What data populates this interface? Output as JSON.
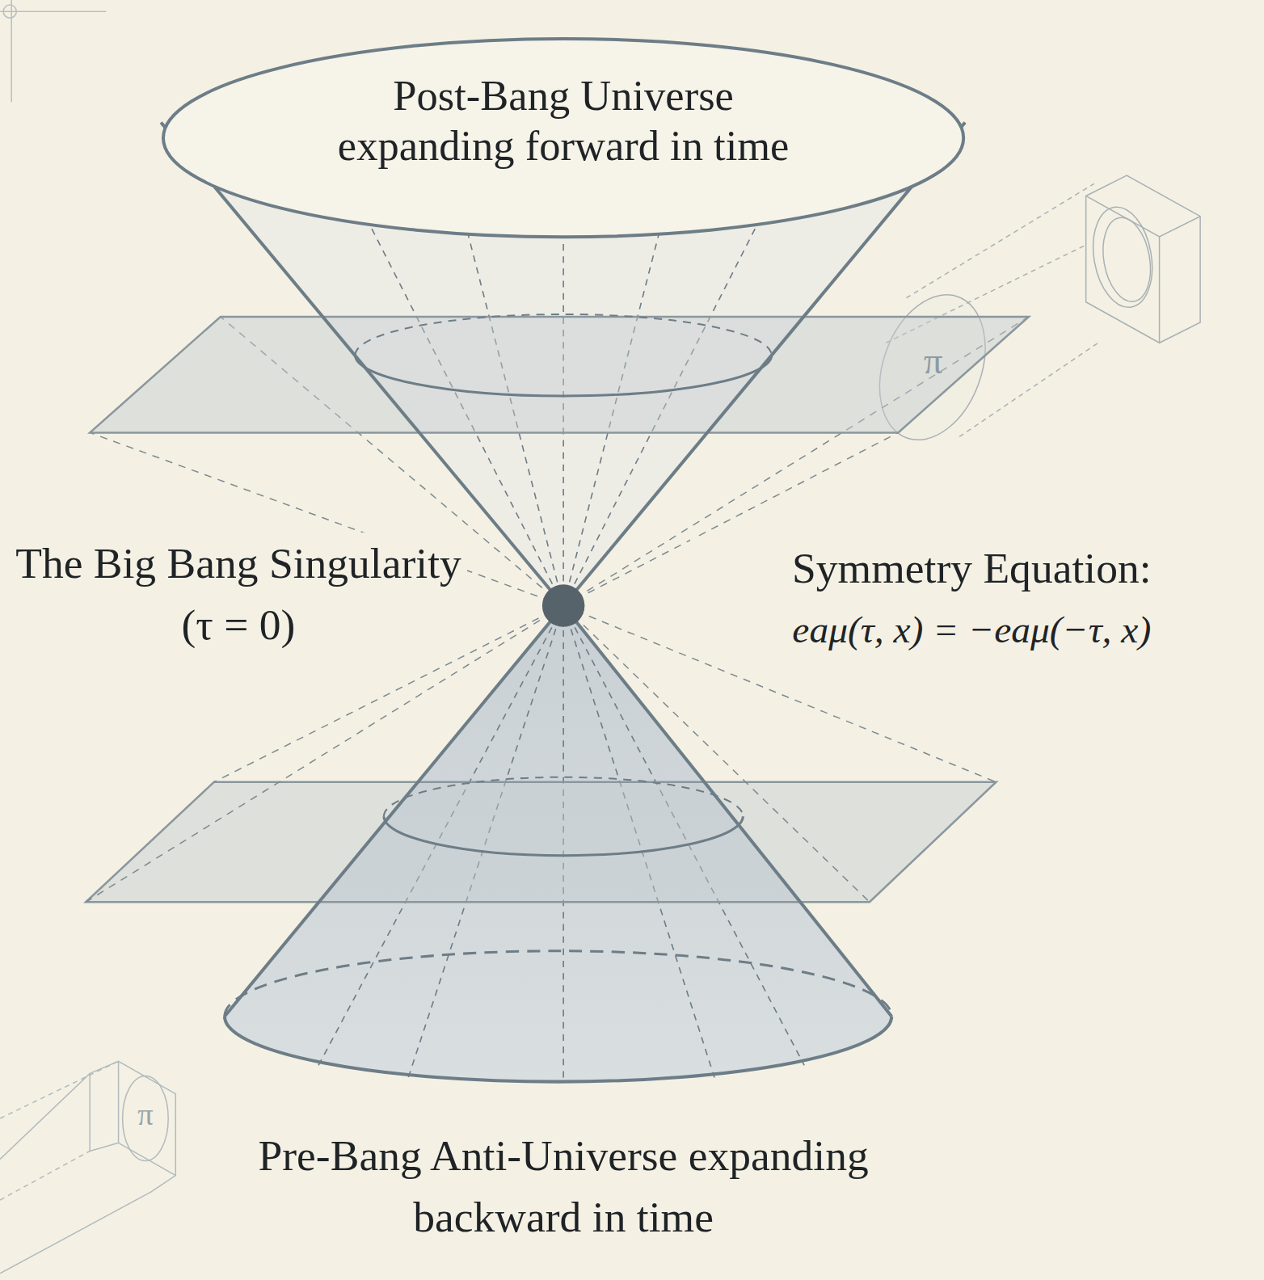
{
  "diagram": {
    "nodes": [
      {
        "text": [
          "Post-Bang Universe expanding forward in time"
        ]
      }
    ],
    "labels": [
      "The Big Bang Singularity (τ = 0)",
      "Symmetry Equation:",
      "eaμ(τ, x) = −eaμ(−τ, x)",
      "Pre-Bang Anti-Universe expanding backward in time",
      "π",
      "π"
    ]
  }
}
